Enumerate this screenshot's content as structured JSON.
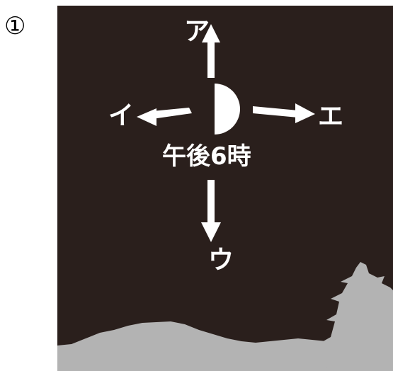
{
  "figure": {
    "number": "①",
    "directions": {
      "up": "ア",
      "left": "イ",
      "down": "ウ",
      "right": "エ"
    },
    "time_label": "午後6時"
  },
  "colors": {
    "sky": "#2a1f1c",
    "moon": "#ffffff",
    "arrow": "#ffffff",
    "silhouette": "#b3b3b3"
  },
  "icons": {
    "moon": "half-moon-icon",
    "arrows": "arrow-icon",
    "castle": "castle-silhouette",
    "mountains": "mountain-silhouette"
  }
}
